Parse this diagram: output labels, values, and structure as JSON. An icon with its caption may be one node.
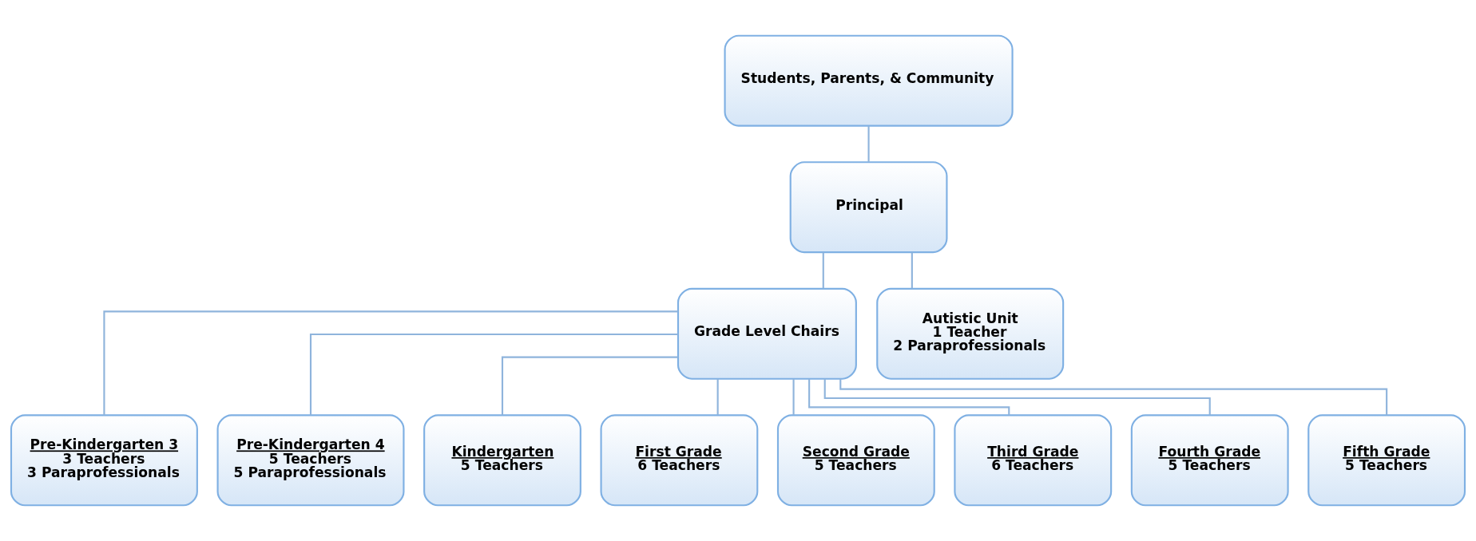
{
  "diagram": {
    "nodes": [
      {
        "text": [
          "Students, Parents, & Community"
        ]
      },
      {
        "text": [
          "Principal"
        ]
      },
      {
        "text": [
          "Grade Level Chairs"
        ]
      },
      {
        "text": [
          "Autistic Unit",
          "1 Teacher",
          "2 Paraprofessionals"
        ]
      },
      {
        "text": [
          "Pre-Kindergarten 3",
          "3 Teachers",
          "3 Paraprofessionals"
        ]
      },
      {
        "text": [
          "Pre-Kindergarten 4",
          "5 Teachers",
          "5 Paraprofessionals"
        ]
      },
      {
        "text": [
          "Kindergarten",
          "5 Teachers"
        ]
      },
      {
        "text": [
          "First Grade",
          "6 Teachers"
        ]
      },
      {
        "text": [
          "Second Grade",
          "5 Teachers"
        ]
      },
      {
        "text": [
          "Third Grade",
          "6 Teachers"
        ]
      },
      {
        "text": [
          "Fourth Grade",
          "5 Teachers"
        ]
      },
      {
        "text": [
          "Fifth Grade",
          "5 Teachers"
        ]
      }
    ],
    "edges": [
      {
        "from": 0,
        "to": 1,
        "arrow": "none"
      },
      {
        "from": 1,
        "to": 2,
        "arrow": "none"
      },
      {
        "from": 1,
        "to": 3,
        "arrow": "none"
      },
      {
        "from": 2,
        "to": 4,
        "arrow": "none"
      },
      {
        "from": 2,
        "to": 5,
        "arrow": "none"
      },
      {
        "from": 2,
        "to": 6,
        "arrow": "none"
      },
      {
        "from": 2,
        "to": 7,
        "arrow": "none"
      },
      {
        "from": 2,
        "to": 8,
        "arrow": "none"
      },
      {
        "from": 2,
        "to": 9,
        "arrow": "none"
      },
      {
        "from": 2,
        "to": 10,
        "arrow": "none"
      },
      {
        "from": 2,
        "to": 11,
        "arrow": "none"
      }
    ]
  }
}
